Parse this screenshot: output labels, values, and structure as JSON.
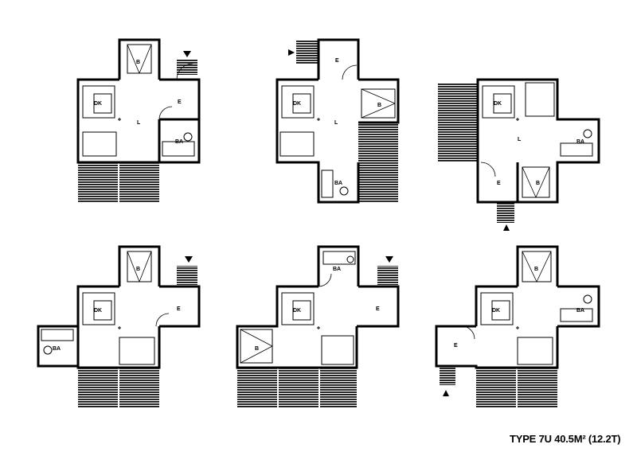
{
  "caption": "TYPE 7U 40.5M² (12.2T)",
  "rooms": {
    "bedroom": "B",
    "entry": "E",
    "dining_kitchen": "DK",
    "living": "L",
    "bath": "BA"
  },
  "colors": {
    "ink": "#000000",
    "paper": "#ffffff"
  }
}
